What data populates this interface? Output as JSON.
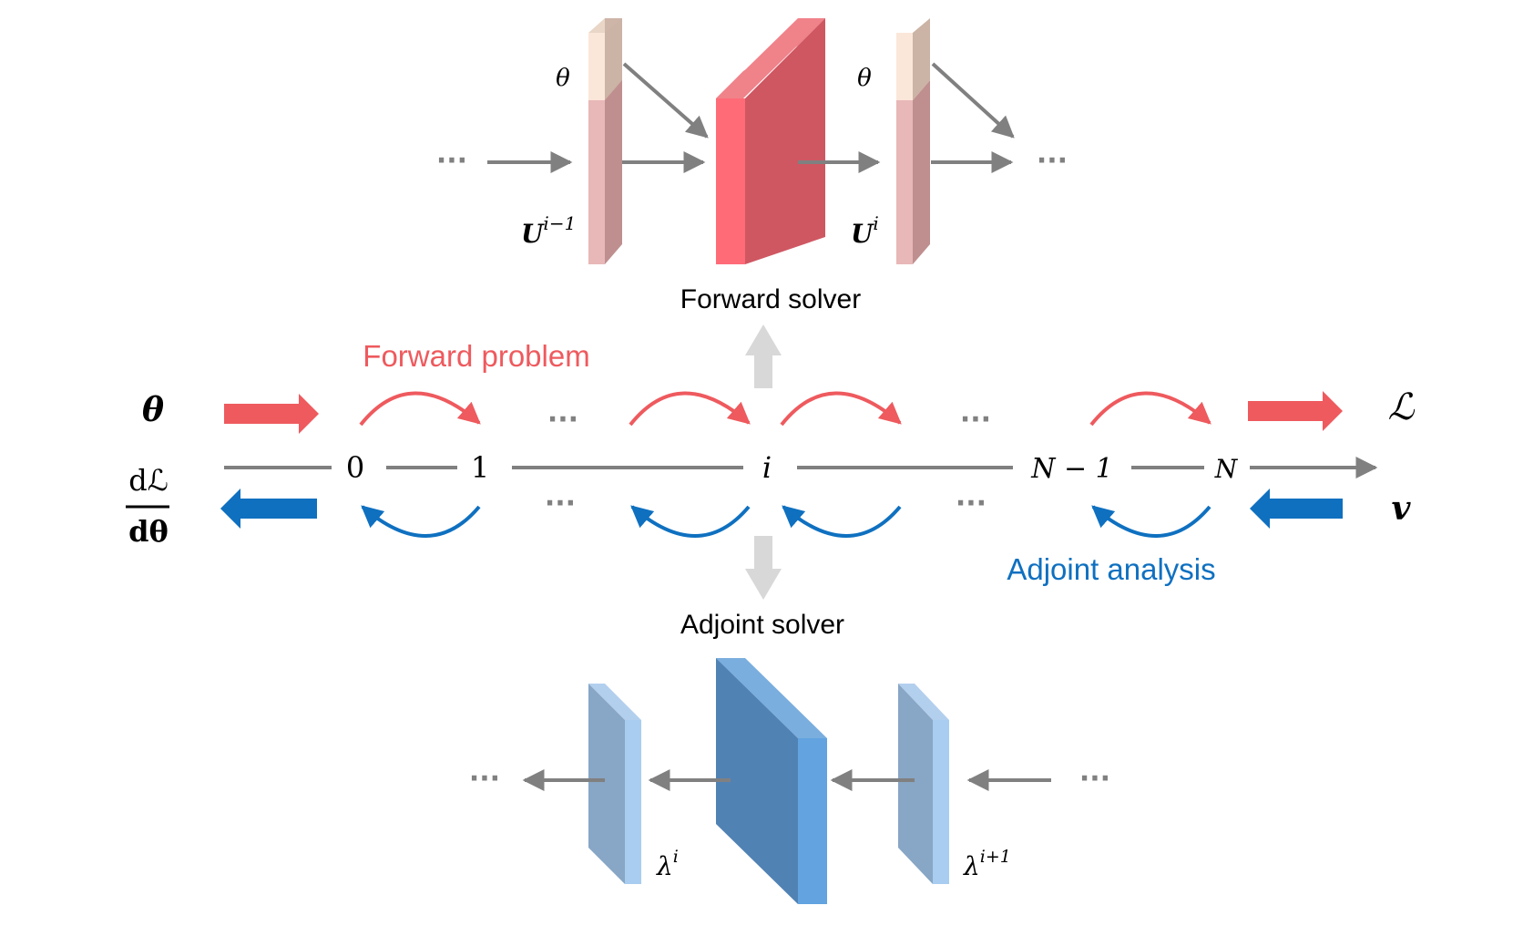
{
  "forward_solver": {
    "label": "Forward solver",
    "theta_left": "θ",
    "theta_right": "θ",
    "u_prev_base": "U",
    "u_prev_sup": "i−1",
    "u_curr_base": "U",
    "u_curr_sup": "i",
    "ellipsis_left": "···",
    "ellipsis_right": "···"
  },
  "main_flow": {
    "forward_problem_label": "Forward problem",
    "adjoint_analysis_label": "Adjoint analysis",
    "input_theta": "θ",
    "output_loss": "ℒ",
    "output_v": "v",
    "gradient_num": "dℒ",
    "gradient_den": "dθ",
    "nodes": [
      "0",
      "1",
      "i",
      "N − 1",
      "N"
    ],
    "ellipsis_top_1": "···",
    "ellipsis_top_2": "···",
    "ellipsis_bottom_1": "···",
    "ellipsis_bottom_2": "···"
  },
  "adjoint_solver": {
    "label": "Adjoint solver",
    "lambda_left_base": "λ",
    "lambda_left_sup": "i",
    "lambda_right_base": "λ",
    "lambda_right_sup": "i+1",
    "ellipsis_left": "···",
    "ellipsis_right": "···"
  },
  "colors": {
    "forward_red": "#ee5a5e",
    "adjoint_blue": "#0f70c0",
    "gray_line": "#808080",
    "light_gray_arrow": "#d8d8d8"
  }
}
